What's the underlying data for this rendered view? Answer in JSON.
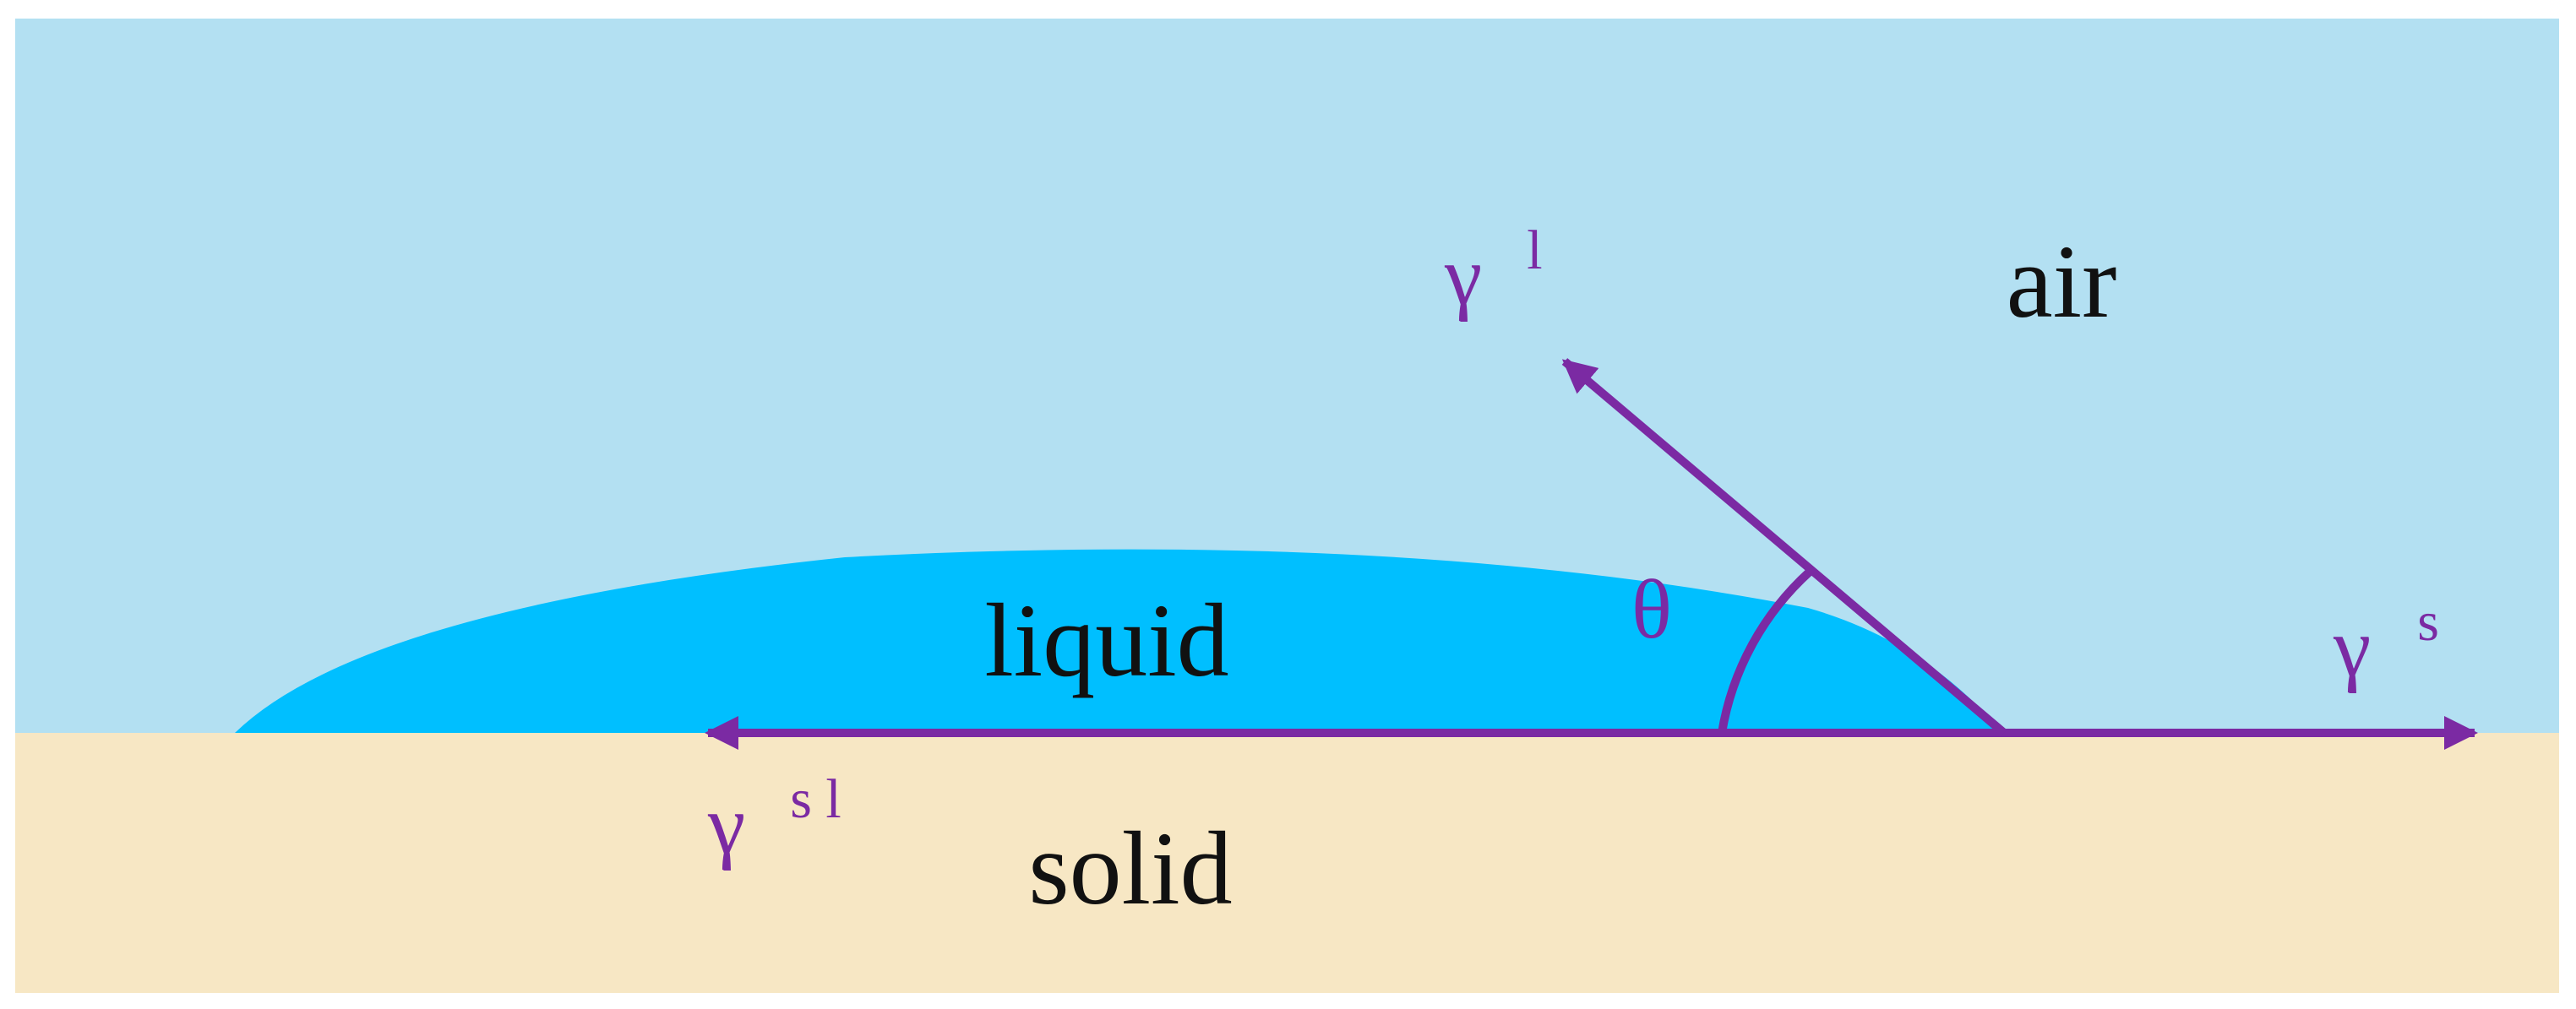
{
  "diagram": {
    "regions": {
      "air": "air",
      "liquid": "liquid",
      "solid": "solid"
    },
    "forces": {
      "liquid_vapor": {
        "symbol": "γ",
        "sup": "l"
      },
      "solid_vapor": {
        "symbol": "γ",
        "sup": "s"
      },
      "solid_liquid": {
        "symbol": "γ",
        "sup": "s l"
      }
    },
    "angle_label": "θ",
    "colors": {
      "air": "#b3e0f2",
      "liquid": "#00bfff",
      "solid": "#f7e7c4",
      "vector": "#7b2aa3",
      "text": "#111111"
    }
  }
}
